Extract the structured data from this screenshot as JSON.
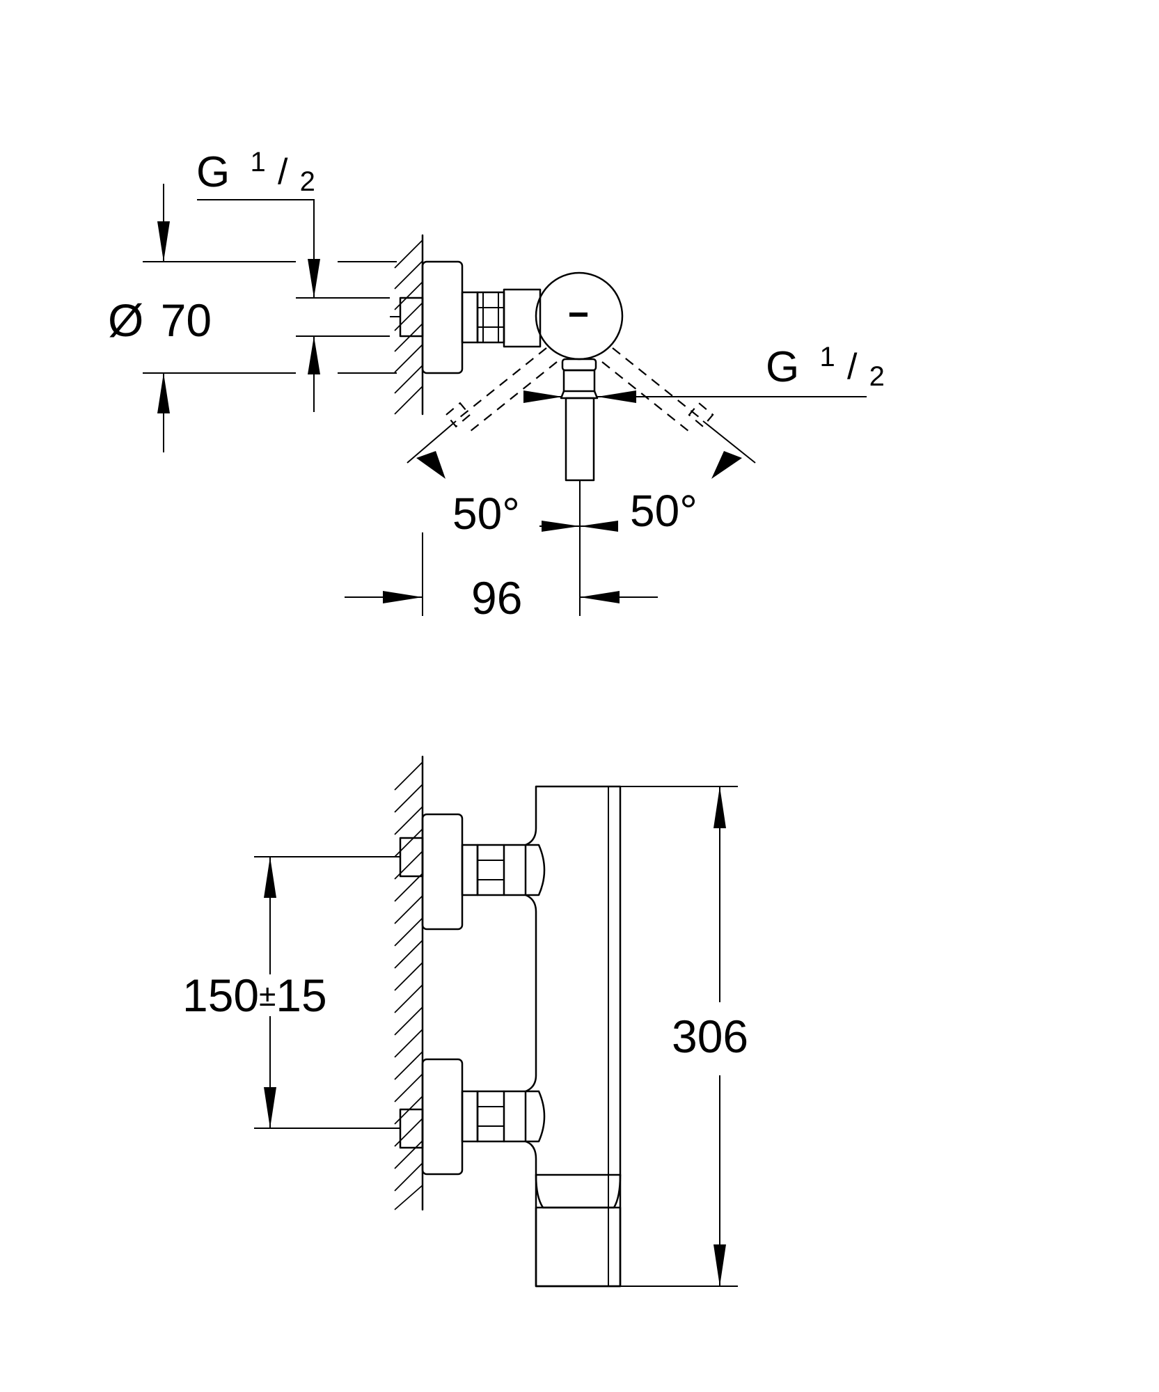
{
  "top_view": {
    "thread_top": {
      "main": "G",
      "num": "1",
      "den": "2"
    },
    "thread_right": {
      "main": "G",
      "num": "1",
      "den": "2"
    },
    "diameter": {
      "symbol": "Ø",
      "value": "70"
    },
    "angle_left": "50°",
    "angle_right": "50°",
    "offset": "96"
  },
  "side_view": {
    "inlet_spacing": {
      "base": "150",
      "tol_sign": "±",
      "tol": "15"
    },
    "height": "306"
  }
}
